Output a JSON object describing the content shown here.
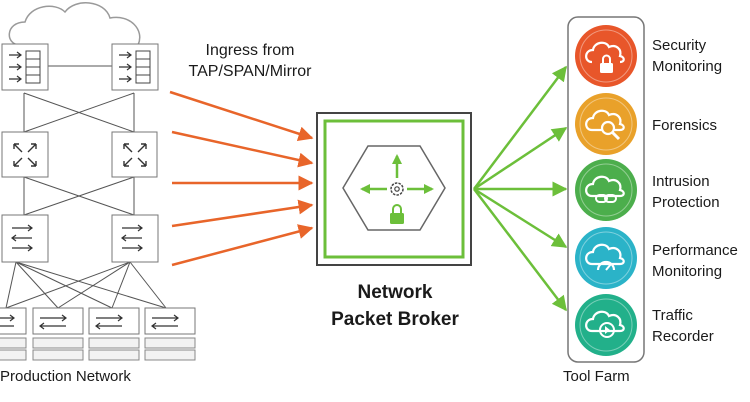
{
  "labels": {
    "ingress_line1": "Ingress from",
    "ingress_line2": "TAP/SPAN/Mirror",
    "npb_line1": "Network",
    "npb_line2": "Packet Broker",
    "production": "Production Network",
    "tool_farm": "Tool Farm"
  },
  "tools": [
    {
      "line1": "Security",
      "line2": "Monitoring",
      "color": "#e8562a",
      "icon": "padlock-icon"
    },
    {
      "line1": "Forensics",
      "line2": "",
      "color": "#e9a12a",
      "icon": "magnifier-icon"
    },
    {
      "line1": "Intrusion",
      "line2": "Protection",
      "color": "#4cae4c",
      "icon": "chain-link-icon"
    },
    {
      "line1": "Performance",
      "line2": "Monitoring",
      "color": "#2bb3c8",
      "icon": "gauge-icon"
    },
    {
      "line1": "Traffic",
      "line2": "Recorder",
      "color": "#22b08a",
      "icon": "play-icon"
    }
  ],
  "colors": {
    "ingress_arrow": "#e8652a",
    "egress_arrow": "#6cbf3a",
    "broker_frame": "#6cbf3a",
    "device_stroke": "#7a7a7a"
  }
}
